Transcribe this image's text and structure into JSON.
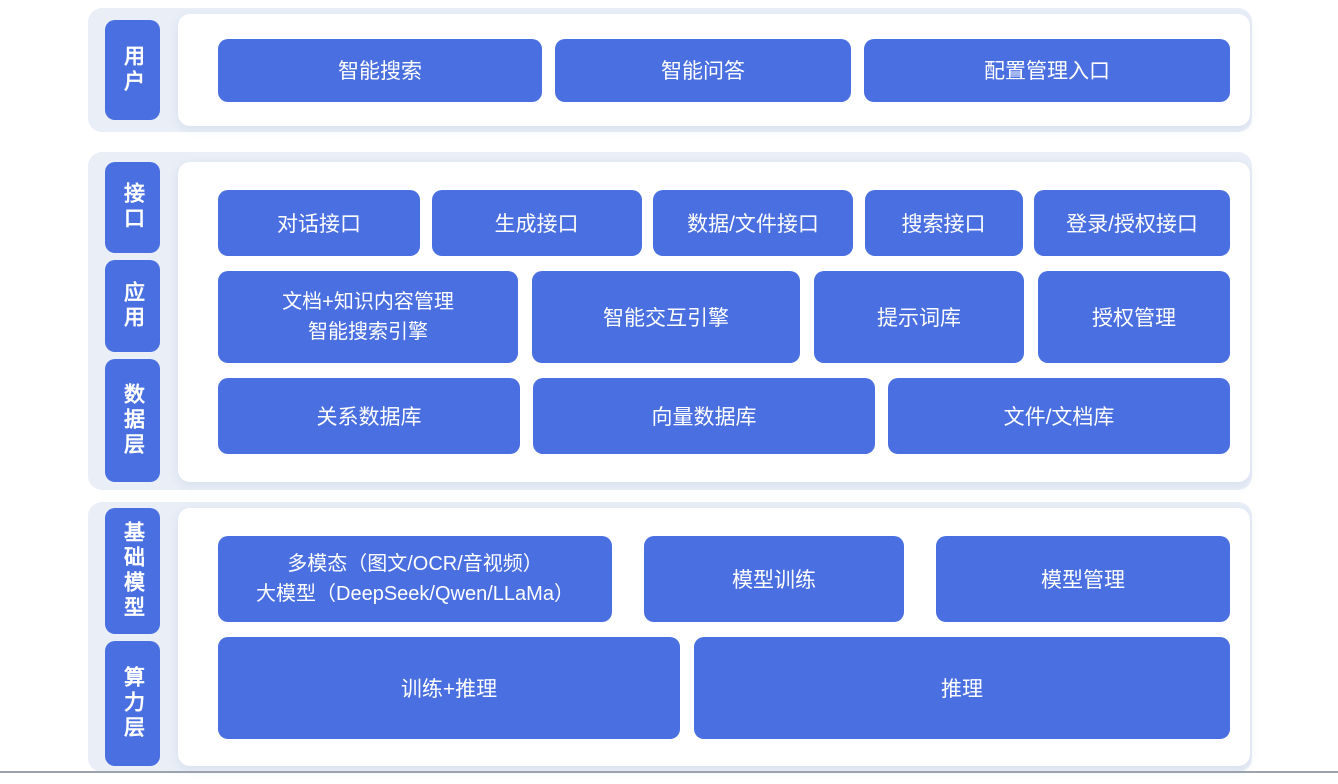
{
  "colors": {
    "primary": "#4A6FE0",
    "section_bg": "#E9EEF7",
    "panel_bg": "#FFFFFF",
    "line": "#9CA3AF",
    "text_on_primary": "#FFFFFF"
  },
  "sections": [
    {
      "id": "user-layer",
      "rows": [
        {
          "badge": "用户",
          "buttons": [
            {
              "label": "智能搜索"
            },
            {
              "label": "智能问答"
            },
            {
              "label": "配置管理入口"
            }
          ]
        }
      ]
    },
    {
      "id": "middle-layer",
      "rows": [
        {
          "badge": "接口",
          "buttons": [
            {
              "label": "对话接口"
            },
            {
              "label": "生成接口"
            },
            {
              "label": "数据/文件接口"
            },
            {
              "label": "搜索接口"
            },
            {
              "label": "登录/授权接口"
            }
          ]
        },
        {
          "badge": "应用",
          "buttons": [
            {
              "label": "文档+知识内容管理",
              "label2": "智能搜索引擎"
            },
            {
              "label": "智能交互引擎"
            },
            {
              "label": "提示词库"
            },
            {
              "label": "授权管理"
            }
          ]
        },
        {
          "badge": "数据层",
          "buttons": [
            {
              "label": "关系数据库"
            },
            {
              "label": "向量数据库"
            },
            {
              "label": "文件/文档库"
            }
          ]
        }
      ]
    },
    {
      "id": "foundation-layer",
      "rows": [
        {
          "badge": "基础模型",
          "buttons": [
            {
              "label": "多模态（图文/OCR/音视频）",
              "label2": "大模型（DeepSeek/Qwen/LLaMa）"
            },
            {
              "label": "模型训练"
            },
            {
              "label": "模型管理"
            }
          ]
        },
        {
          "badge": "算力层",
          "buttons": [
            {
              "label": "训练+推理"
            },
            {
              "label": "推理"
            }
          ]
        }
      ]
    }
  ]
}
